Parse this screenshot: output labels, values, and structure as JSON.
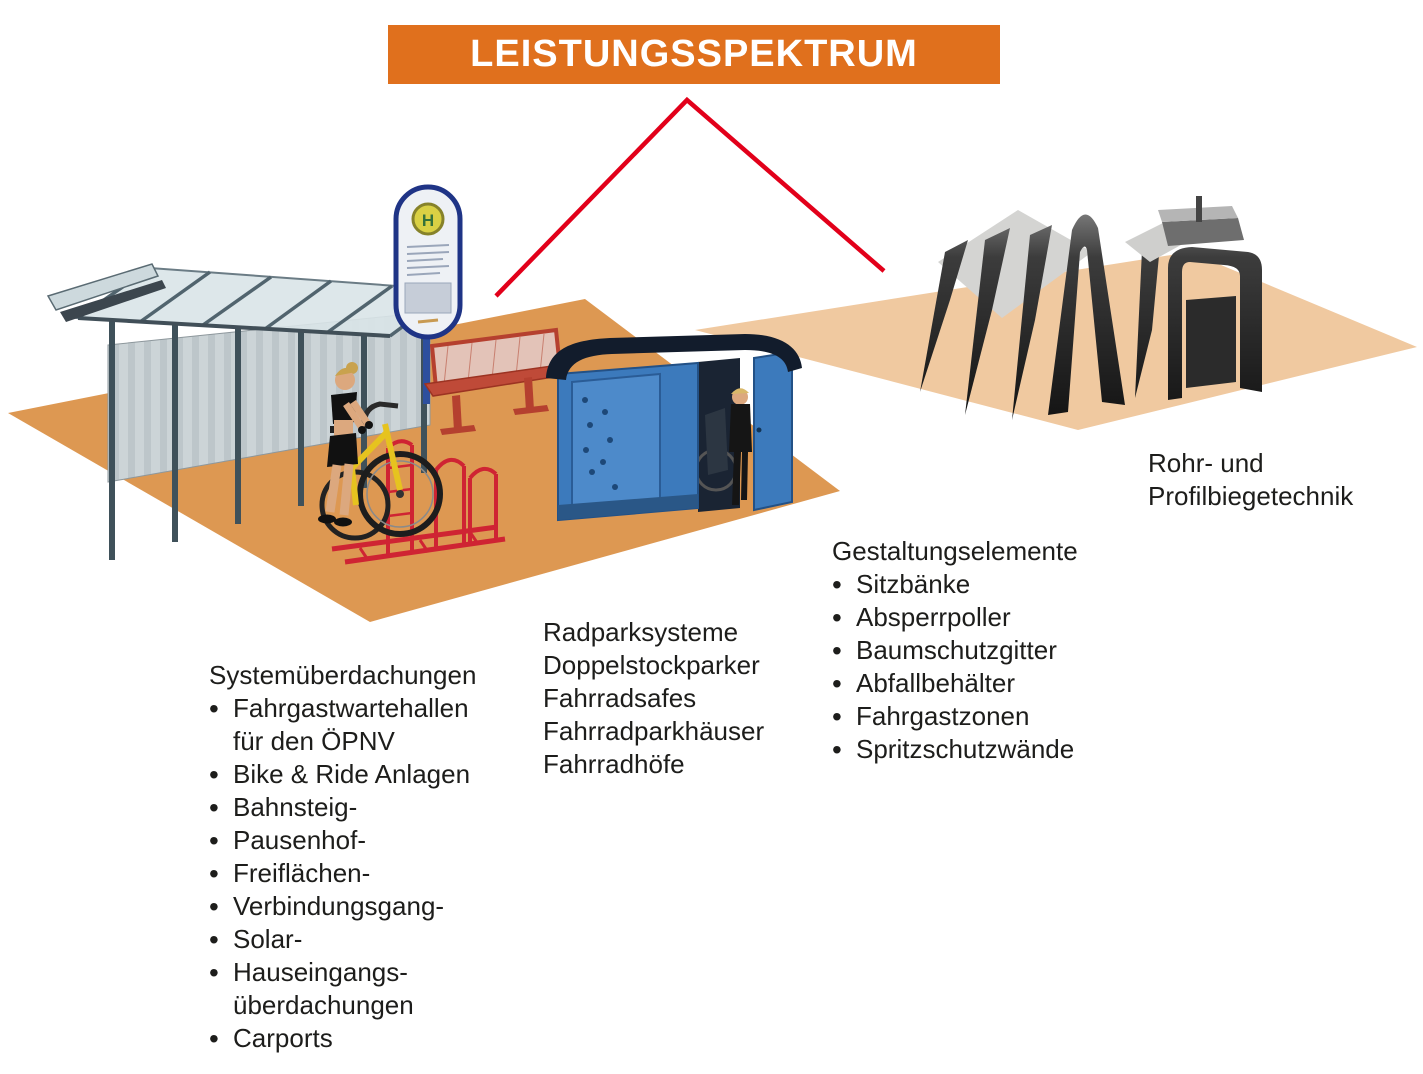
{
  "banner": {
    "title": "LEISTUNGSSPEKTRUM"
  },
  "colors": {
    "banner_bg": "#e0701d",
    "pointer_line": "#e2001a",
    "platform_left": "#dd9852",
    "platform_right": "#f0c9a0",
    "text": "#1d1d1b",
    "bike_box_blue": "#3c7abc",
    "bench_red": "#bf4a38",
    "rack_red": "#cf2433"
  },
  "sign": {
    "h_label": "H"
  },
  "lists": {
    "system": {
      "heading": "Systemüberdachungen",
      "items": [
        {
          "bullet": "•",
          "text": "Fahrgastwartehallen"
        },
        {
          "bullet": "",
          "text": "für den ÖPNV"
        },
        {
          "bullet": "•",
          "text": "Bike & Ride Anlagen"
        },
        {
          "bullet": "•",
          "text": "Bahnsteig-"
        },
        {
          "bullet": "•",
          "text": "Pausenhof-"
        },
        {
          "bullet": "•",
          "text": "Freiflächen-"
        },
        {
          "bullet": "•",
          "text": "Verbindungsgang-"
        },
        {
          "bullet": "•",
          "text": "Solar-"
        },
        {
          "bullet": "•",
          "text": "Hauseingangs-"
        },
        {
          "bullet": "",
          "text": "überdachungen"
        },
        {
          "bullet": "•",
          "text": "Carports"
        }
      ]
    },
    "radpark": {
      "items": [
        {
          "bullet": "",
          "text": "Radparksysteme"
        },
        {
          "bullet": "",
          "text": "Doppelstockparker"
        },
        {
          "bullet": "",
          "text": "Fahrradsafes"
        },
        {
          "bullet": "",
          "text": "Fahrradparkhäuser"
        },
        {
          "bullet": "",
          "text": "Fahrradhöfe"
        }
      ]
    },
    "gestaltung": {
      "heading": "Gestaltungselemente",
      "items": [
        {
          "bullet": "•",
          "text": "Sitzbänke"
        },
        {
          "bullet": "•",
          "text": "Absperrpoller"
        },
        {
          "bullet": "•",
          "text": "Baumschutzgitter"
        },
        {
          "bullet": "•",
          "text": "Abfallbehälter"
        },
        {
          "bullet": "•",
          "text": "Fahrgastzonen"
        },
        {
          "bullet": "•",
          "text": "Spritzschutzwände"
        }
      ]
    },
    "rohr": {
      "items": [
        {
          "bullet": "",
          "text": "Rohr- und"
        },
        {
          "bullet": "",
          "text": "Profilbiegetechnik"
        }
      ]
    }
  }
}
